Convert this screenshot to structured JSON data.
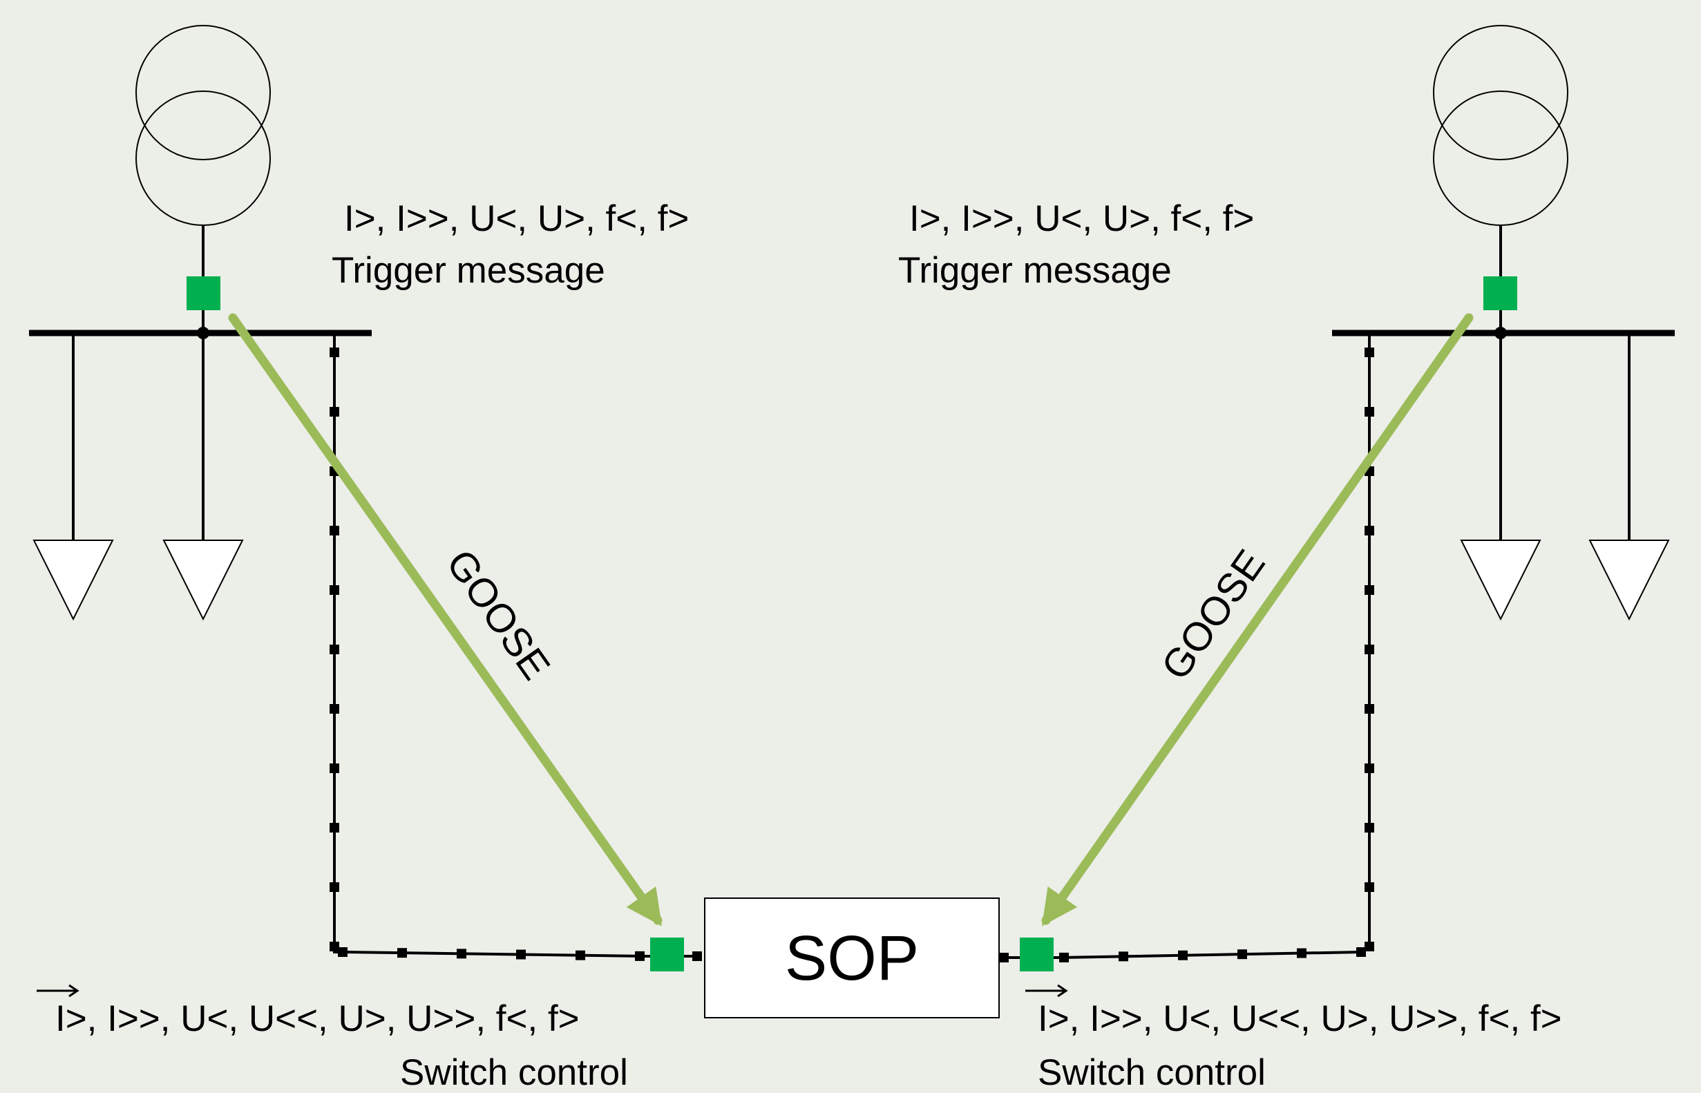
{
  "colors": {
    "background": "#ECEEE8",
    "goose_arrow": "#9BBB59",
    "node_green": "#00B050",
    "line": "#000000",
    "box_fill": "#FFFFFF"
  },
  "title_fragment": "",
  "left": {
    "protection_label": "I>, I>>, U<, U>, f<, f>",
    "message_label": "Trigger message",
    "arrow_label": "GOOSE",
    "sop_side_protection_label": "I>, I>>, U<, U<<, U>, U>>, f<, f>",
    "sop_side_control_label": "Switch control"
  },
  "right": {
    "protection_label": "I>, I>>, U<, U>, f<, f>",
    "message_label": "Trigger message",
    "arrow_label": "GOOSE",
    "sop_side_protection_label": "I>, I>>, U<, U<<, U>, U>>, f<, f>",
    "sop_side_control_label": "Switch control"
  },
  "sop_label": "SOP",
  "icons": {
    "transformer": "transformer-icon",
    "load": "load-triangle-icon",
    "direction": "direction-arrow-icon"
  }
}
